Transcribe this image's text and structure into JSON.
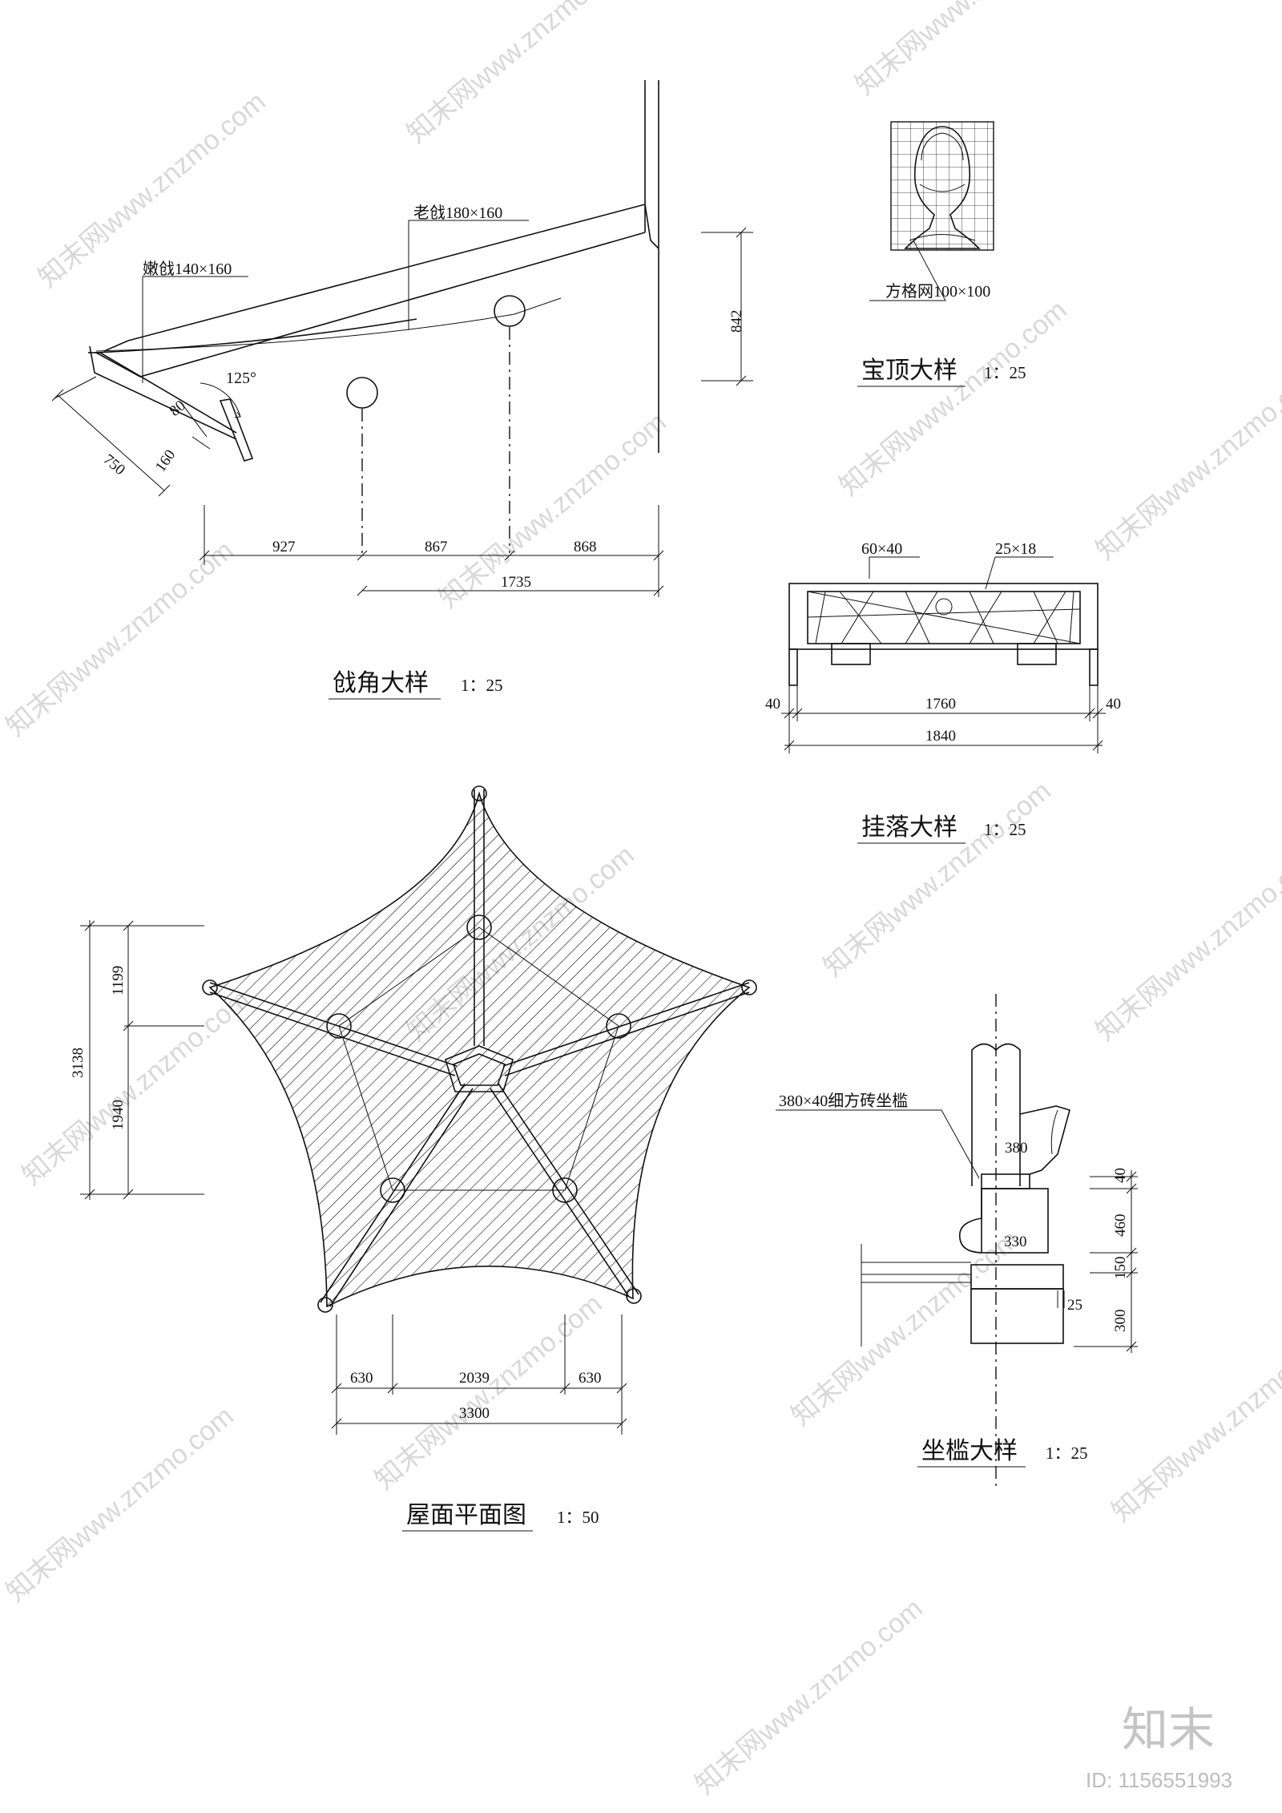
{
  "watermark": {
    "text": "知末网www.znzmo.com"
  },
  "branding": {
    "logo_text": "知末",
    "id_text": "ID: 1156551993"
  },
  "eave_detail": {
    "title": "戗角大样",
    "scale": "1：25",
    "labels": {
      "old_rafter": "老戗180×160",
      "tender_rafter": "嫩戗140×160",
      "angle": "125°"
    },
    "dims": {
      "d750": "750",
      "d80": "80",
      "d160": "160",
      "d927": "927",
      "d867": "867",
      "d868": "868",
      "d1735": "1735",
      "d842": "842"
    }
  },
  "finial_detail": {
    "title": "宝顶大样",
    "scale": "1：25",
    "grid_label": "方格网100×100"
  },
  "hanging_detail": {
    "title": "挂落大样",
    "scale": "1：25",
    "labels": {
      "frame": "60×40",
      "lattice": "25×18"
    },
    "dims": {
      "d40l": "40",
      "d1760": "1760",
      "d40r": "40",
      "d1840": "1840"
    }
  },
  "roof_plan": {
    "title": "屋面平面图",
    "scale": "1：50",
    "dims": {
      "d3138": "3138",
      "d1199": "1199",
      "d1940": "1940",
      "d630l": "630",
      "d2039": "2039",
      "d630r": "630",
      "d3300": "3300"
    }
  },
  "bench_detail": {
    "title": "坐槛大样",
    "scale": "1：25",
    "labels": {
      "brick": "380×40细方砖坐槛"
    },
    "dims": {
      "d380": "380",
      "d330": "330",
      "d40": "40",
      "d460": "460",
      "d150": "150",
      "d300": "300",
      "d25": "25"
    }
  }
}
